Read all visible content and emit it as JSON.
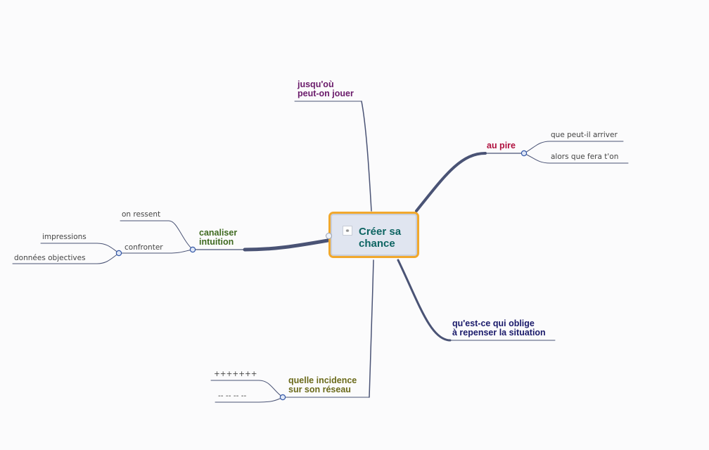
{
  "central": {
    "label": "Créer sa\nchance",
    "icon": "link-icon"
  },
  "branches": {
    "jusquou": {
      "label": "jusqu'où\npeut-on jouer",
      "color": "#6a1a6a"
    },
    "au_pire": {
      "label": "au pire",
      "color": "#b0103e",
      "children": [
        "que peut-il arriver",
        "alors que fera t'on"
      ]
    },
    "oblige": {
      "label": "qu'est-ce qui oblige\nà repenser la situation",
      "color": "#1a1a6a"
    },
    "reseau": {
      "label": "quelle incidence\nsur son réseau",
      "color": "#6b6a1a",
      "children": [
        "+++++++",
        "-- -- -- --"
      ]
    },
    "intuition": {
      "label": "canaliser\nintuition",
      "color": "#3f6a20",
      "children": [
        "on ressent",
        "confronter"
      ],
      "confronter_children": [
        "impressions",
        "données objectives"
      ]
    }
  },
  "colors": {
    "line": "#4a5375",
    "node_fill": "#dfe7f7",
    "node_stroke": "#3559a8"
  }
}
